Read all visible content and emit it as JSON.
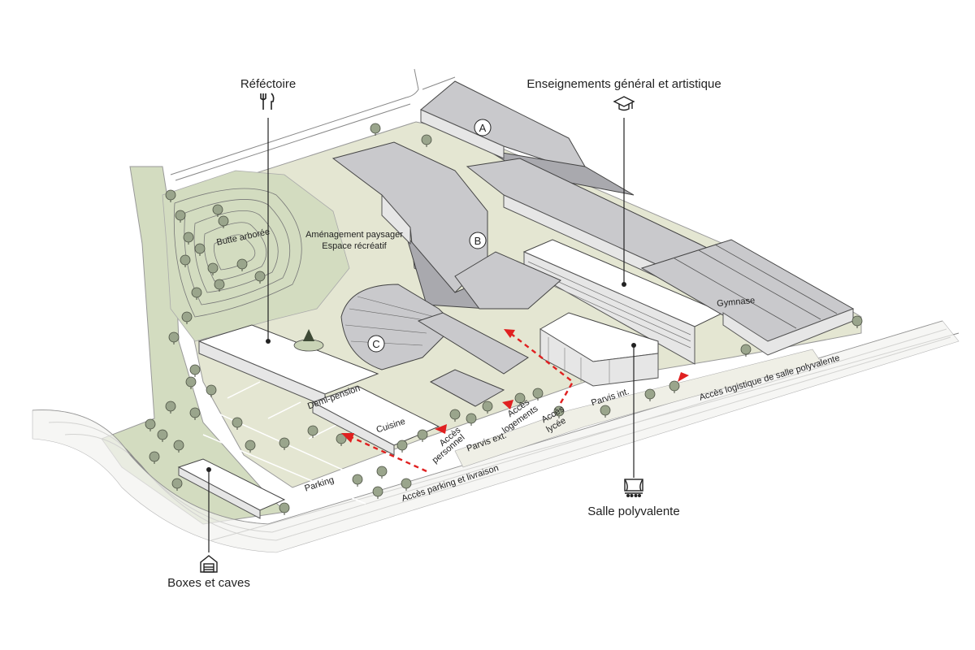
{
  "callouts": {
    "refectoire": "Réféctoire",
    "enseignements": "Enseignements général et artistique",
    "salle": "Salle polyvalente",
    "boxes": "Boxes et caves"
  },
  "labels": {
    "butte": "Butte arborée",
    "amenagement_1": "Aménagement paysager",
    "amenagement_2": "Espace récréatif",
    "gymnase": "Gymnase",
    "demi_pension": "Demi-pension",
    "cuisine": "Cuisine",
    "parking": "Parking",
    "parvis_ext": "Parvis ext.",
    "parvis_int": "Parvis int.",
    "acces_personnel_1": "Accès",
    "acces_personnel_2": "personnel",
    "acces_logements_1": "Accès",
    "acces_logements_2": "logements",
    "acces_lycee_1": "Accès",
    "acces_lycee_2": "lycée",
    "acces_parking": "Accès parking et livraison",
    "acces_logistique": "Accès logistique de salle polyvalente"
  },
  "buildings": {
    "a": "A",
    "b": "B",
    "c": "C"
  },
  "icons": {
    "refectoire": "fork-knife-icon",
    "enseignements": "graduation-cap-icon",
    "salle": "theater-stage-icon",
    "boxes": "garage-icon"
  },
  "colors": {
    "landscape": "#e4e6d2",
    "greenzone": "#d3dcc0",
    "roof": "#c9c9cc",
    "arrow": "#e02020",
    "tree": "#9aa58c"
  }
}
